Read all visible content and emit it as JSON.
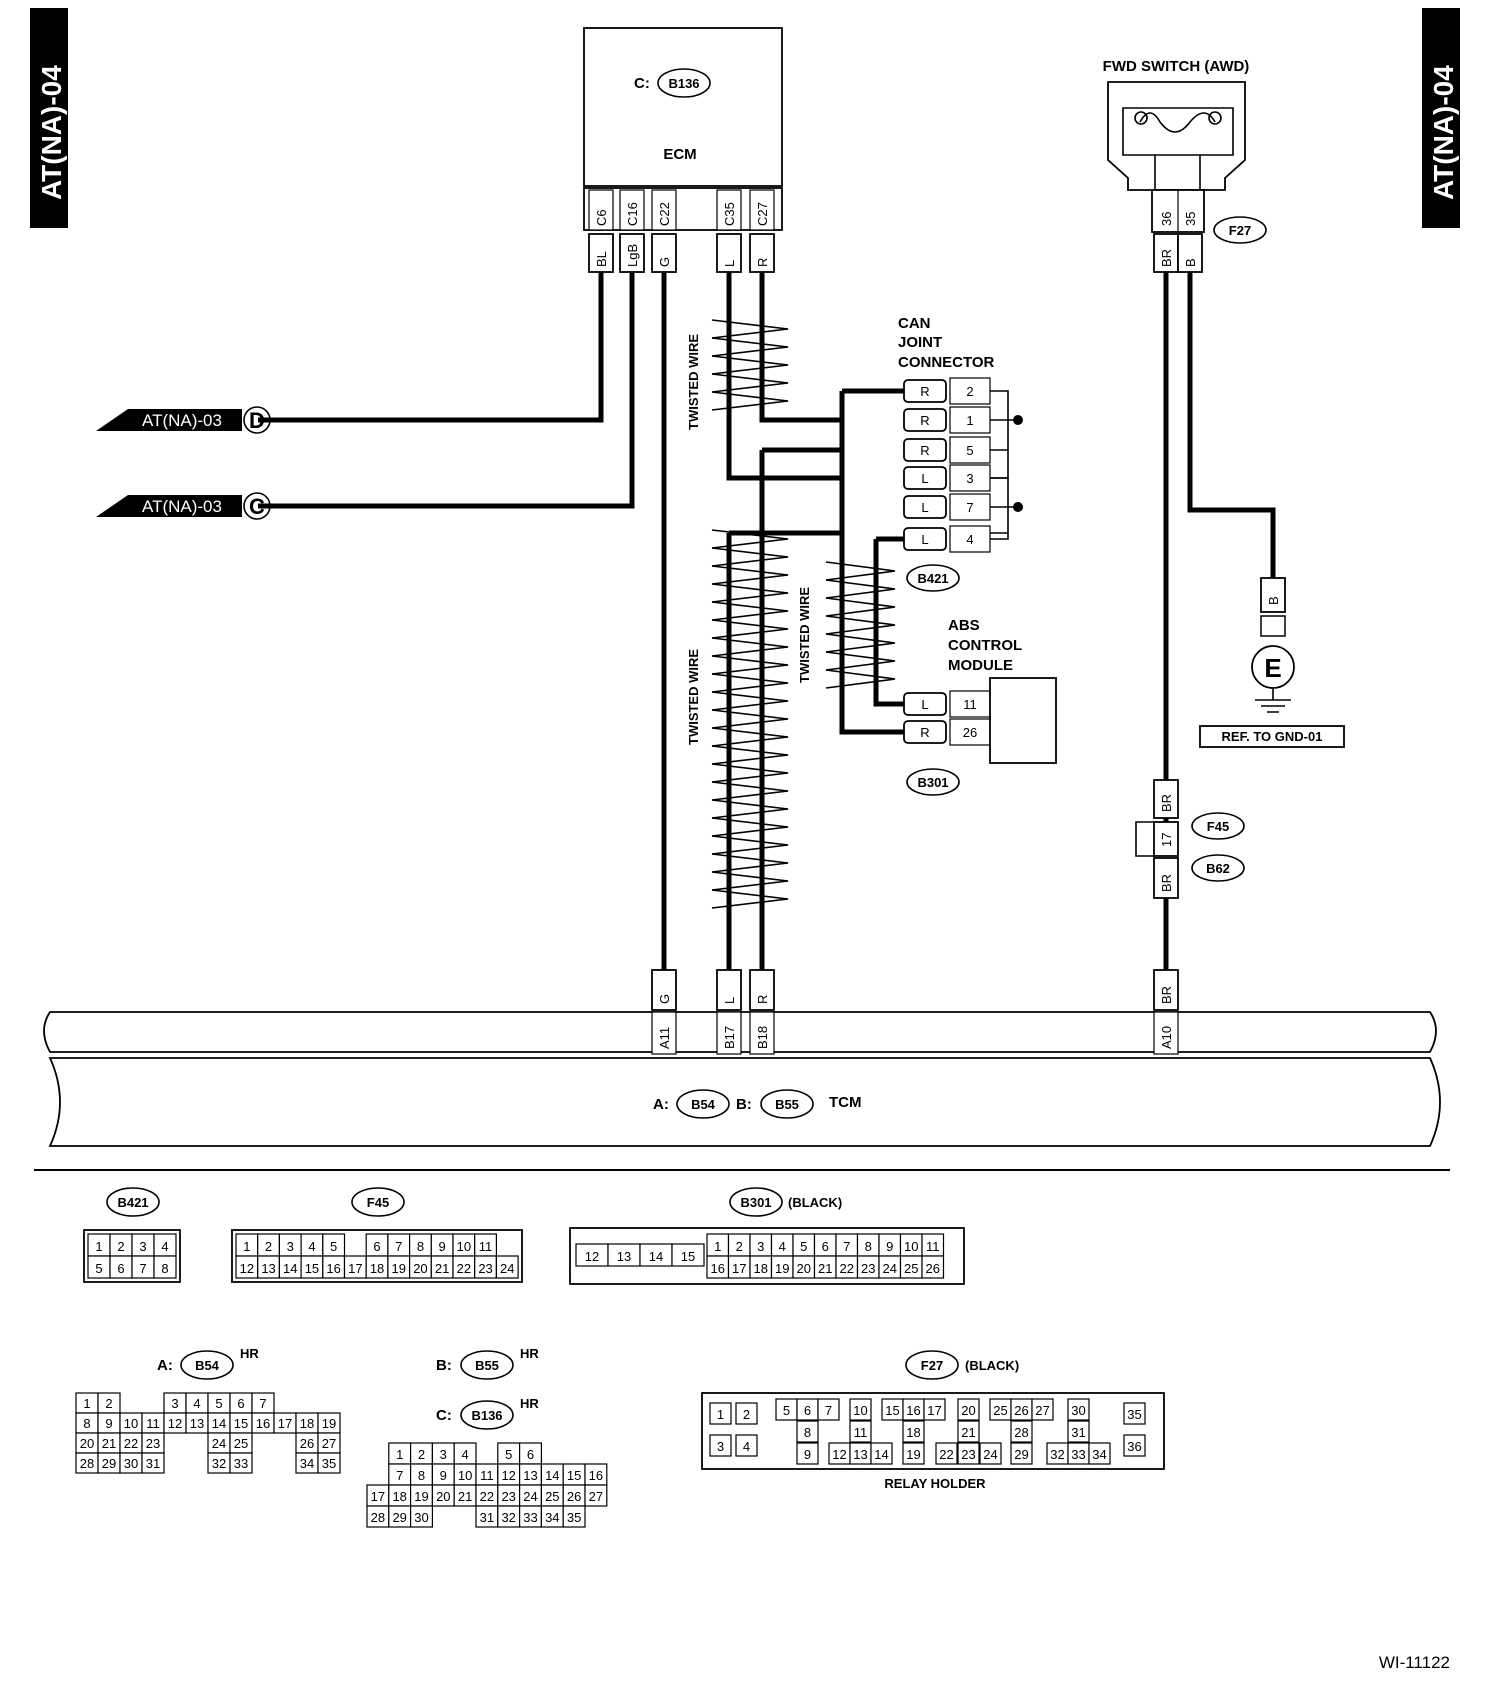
{
  "page_tab": "AT(NA)-04",
  "ecm": {
    "title": "ECM",
    "connector": "B136",
    "connector_prefix": "C:",
    "pins": [
      {
        "pin": "C6",
        "wire": "BL"
      },
      {
        "pin": "C16",
        "wire": "LgB"
      },
      {
        "pin": "C22",
        "wire": "G"
      },
      {
        "pin": "C35",
        "wire": "L"
      },
      {
        "pin": "C27",
        "wire": "R"
      }
    ]
  },
  "fwd_switch": {
    "title": "FWD SWITCH (AWD)",
    "connector": "F27",
    "pins": [
      {
        "pin": "36",
        "wire": "BR"
      },
      {
        "pin": "35",
        "wire": "B"
      }
    ]
  },
  "refs": [
    {
      "text": "AT(NA)-03",
      "letter": "D"
    },
    {
      "text": "AT(NA)-03",
      "letter": "C"
    }
  ],
  "twisted_wire": "TWISTED WIRE",
  "can_joint": {
    "title_lines": [
      "CAN",
      "JOINT",
      "CONNECTOR"
    ],
    "connector": "B421",
    "pins": [
      {
        "wire": "R",
        "pin": "2"
      },
      {
        "wire": "R",
        "pin": "1"
      },
      {
        "wire": "R",
        "pin": "5"
      },
      {
        "wire": "L",
        "pin": "3"
      },
      {
        "wire": "L",
        "pin": "7"
      },
      {
        "wire": "L",
        "pin": "4"
      }
    ]
  },
  "abs": {
    "title_lines": [
      "ABS",
      "CONTROL",
      "MODULE"
    ],
    "connector": "B301",
    "pins": [
      {
        "wire": "L",
        "pin": "11"
      },
      {
        "wire": "R",
        "pin": "26"
      }
    ]
  },
  "ground": {
    "wire": "B",
    "letter": "E",
    "ref": "REF. TO GND-01"
  },
  "inline_conn": {
    "top": "F45",
    "bottom": "B62",
    "pin": "17",
    "wire_top": "BR",
    "wire_bottom": "BR"
  },
  "tcm": {
    "title": "TCM",
    "conn_a_prefix": "A:",
    "conn_a": "B54",
    "conn_b_prefix": "B:",
    "conn_b": "B55",
    "pins": [
      {
        "pin": "A11",
        "wire": "G"
      },
      {
        "pin": "B17",
        "wire": "L"
      },
      {
        "pin": "B18",
        "wire": "R"
      },
      {
        "pin": "A10",
        "wire": "BR"
      }
    ]
  },
  "faces": {
    "b421": {
      "name": "B421",
      "rows": [
        [
          "1",
          "2",
          "3",
          "4"
        ],
        [
          "5",
          "6",
          "7",
          "8"
        ]
      ]
    },
    "f45": {
      "name": "F45",
      "rows": [
        [
          "1",
          "2",
          "3",
          "4",
          "5",
          "",
          "6",
          "7",
          "8",
          "9",
          "10",
          "11"
        ],
        [
          "12",
          "13",
          "14",
          "15",
          "16",
          "17",
          "18",
          "19",
          "20",
          "21",
          "22",
          "23",
          "24"
        ]
      ]
    },
    "b301": {
      "name": "B301",
      "suffix": "(BLACK)",
      "left": [
        "12",
        "13",
        "14",
        "15"
      ],
      "rows": [
        [
          "1",
          "2",
          "3",
          "4",
          "5",
          "6",
          "7",
          "8",
          "9",
          "10",
          "11"
        ],
        [
          "16",
          "17",
          "18",
          "19",
          "20",
          "21",
          "22",
          "23",
          "24",
          "25",
          "26"
        ]
      ]
    },
    "b54": {
      "prefix": "A:",
      "name": "B54",
      "suffix": "HR",
      "rows": [
        [
          "1",
          "2",
          "",
          "",
          "3",
          "4",
          "5",
          "6",
          "7"
        ],
        [
          "8",
          "9",
          "10",
          "11",
          "12",
          "13",
          "14",
          "15",
          "16",
          "17",
          "18",
          "19"
        ],
        [
          "20",
          "21",
          "22",
          "23",
          "",
          "",
          "24",
          "25",
          "",
          "",
          "26",
          "27"
        ],
        [
          "28",
          "29",
          "30",
          "31",
          "",
          "",
          "32",
          "33",
          "",
          "",
          "34",
          "35"
        ]
      ]
    },
    "b55": {
      "prefix": "B:",
      "name": "B55",
      "suffix": "HR"
    },
    "b136": {
      "prefix": "C:",
      "name": "B136",
      "suffix": "HR",
      "rows": [
        [
          "",
          "1",
          "2",
          "3",
          "4",
          "",
          "5",
          "6"
        ],
        [
          "",
          "7",
          "8",
          "9",
          "10",
          "11",
          "12",
          "13",
          "14",
          "15",
          "16"
        ],
        [
          "17",
          "18",
          "19",
          "20",
          "21",
          "22",
          "23",
          "24",
          "25",
          "26",
          "27"
        ],
        [
          "28",
          "29",
          "30",
          "",
          "",
          "31",
          "32",
          "33",
          "34",
          "35"
        ]
      ]
    },
    "f27": {
      "name": "F27",
      "suffix": "(BLACK)",
      "caption": "RELAY HOLDER",
      "cells": [
        "1",
        "2",
        "3",
        "4",
        "5",
        "6",
        "7",
        "8",
        "9",
        "10",
        "11",
        "12",
        "13",
        "14",
        "15",
        "16",
        "17",
        "18",
        "19",
        "20",
        "21",
        "22",
        "23",
        "24",
        "25",
        "26",
        "27",
        "28",
        "29",
        "30",
        "31",
        "32",
        "33",
        "34",
        "35",
        "36"
      ]
    }
  },
  "figure_id": "WI-11122"
}
